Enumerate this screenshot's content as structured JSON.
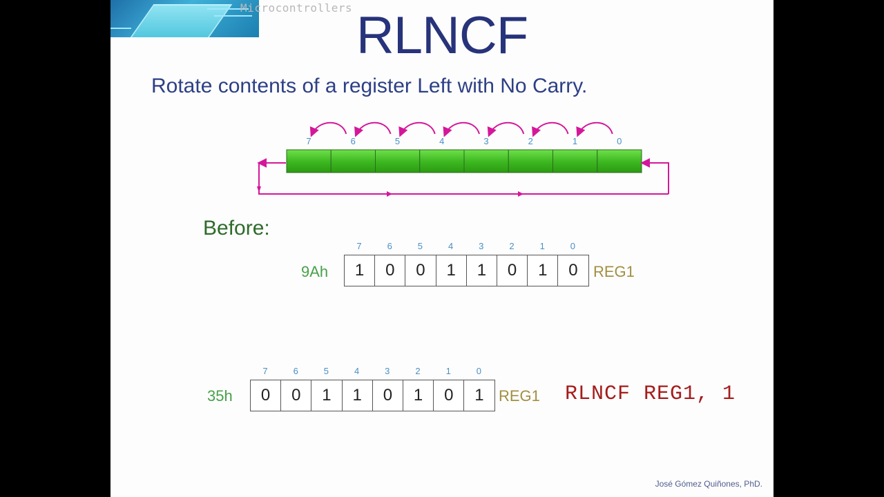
{
  "logo": {
    "text": "Microcontrollers",
    "icon": "microchip-icon"
  },
  "title": "RLNCF",
  "subtitle": "Rotate contents of a register Left with No Carry.",
  "rotate_diagram": {
    "bit_labels": [
      "7",
      "6",
      "5",
      "4",
      "3",
      "2",
      "1",
      "0"
    ],
    "colors": {
      "cells": "#3fba22",
      "arrows": "#d4179a"
    }
  },
  "before": {
    "label": "Before:",
    "hex": "9Ah",
    "register": "REG1",
    "bit_labels": [
      "7",
      "6",
      "5",
      "4",
      "3",
      "2",
      "1",
      "0"
    ],
    "bits": [
      "1",
      "0",
      "0",
      "1",
      "1",
      "0",
      "1",
      "0"
    ]
  },
  "after": {
    "hex": "35h",
    "register": "REG1",
    "bit_labels": [
      "7",
      "6",
      "5",
      "4",
      "3",
      "2",
      "1",
      "0"
    ],
    "bits": [
      "0",
      "0",
      "1",
      "1",
      "0",
      "1",
      "0",
      "1"
    ]
  },
  "instruction": "RLNCF REG1, 1",
  "author": "José Gómez Quiñones, PhD."
}
